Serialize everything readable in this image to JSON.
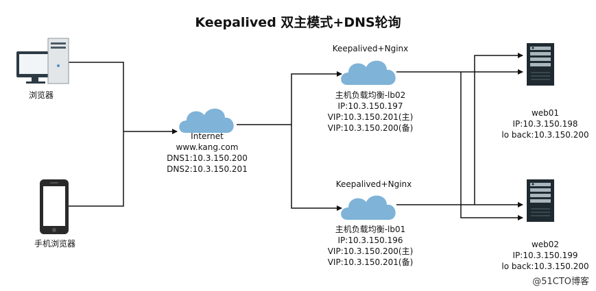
{
  "title": "Keepalived 双主模式+DNS轮询",
  "clients": {
    "pc_label": "浏览器",
    "phone_label": "手机浏览器"
  },
  "internet": {
    "name": "Internet",
    "domain": "www.kang.com",
    "dns1": "DNS1:10.3.150.200",
    "dns2": "DNS2:10.3.150.201"
  },
  "lb02": {
    "header": "Keepalived+Nginx",
    "name": "主机负载均衡-lb02",
    "ip": "IP:10.3.150.197",
    "vip1": "VIP:10.3.150.201(主)",
    "vip2": "VIP:10.3.150.200(备)"
  },
  "lb01": {
    "header": "Keepalived+Nginx",
    "name": "主机负载均衡-lb01",
    "ip": "IP:10.3.150.196",
    "vip1": "VIP:10.3.150.200(主)",
    "vip2": "VIP:10.3.150.201(备)"
  },
  "web01": {
    "name": "web01",
    "ip": "IP:10.3.150.198",
    "lo": "lo back:10.3.150.200"
  },
  "web02": {
    "name": "web02",
    "ip": "IP:10.3.150.199",
    "lo": "lo back:10.3.150.200"
  },
  "watermark": "@51CTO博客",
  "colors": {
    "cloud": "#7fb3d8",
    "line": "#111111",
    "server_dark": "#1f2a30",
    "server_light": "#a9b6bd"
  }
}
